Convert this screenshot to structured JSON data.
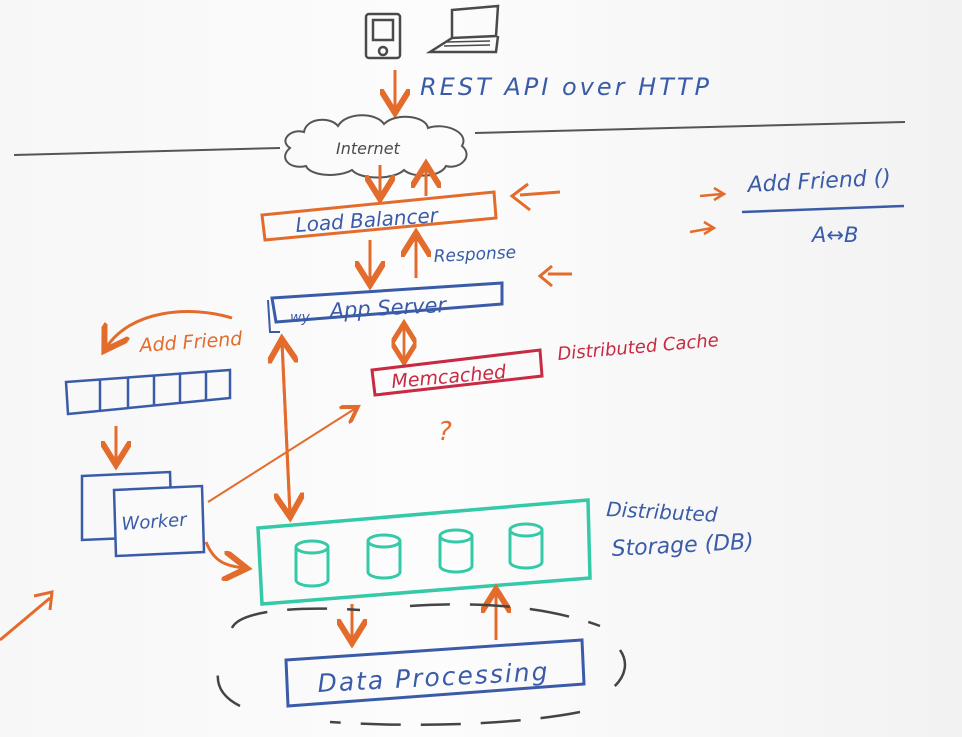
{
  "labels": {
    "rest_api": "REST API over HTTP",
    "internet": "Internet",
    "load_balancer": "Load Balancer",
    "response": "Response",
    "app_server_prefix": "wy",
    "app_server": "App Server",
    "memcached": "Memcached",
    "distributed_cache": "Distributed Cache",
    "add_friend_side": "Add Friend",
    "worker": "Worker",
    "distributed": "Distributed",
    "storage_db": "Storage (DB)",
    "data_processing": "Data Processing",
    "add_friend_fn": "Add Friend ()",
    "a_b": "A↔B",
    "question_mark": "?"
  },
  "colors": {
    "orange": "#e36c2d",
    "blue": "#3a5ca8",
    "red": "#c82a43",
    "teal": "#34c9a7",
    "dark": "#4a4a4a"
  }
}
